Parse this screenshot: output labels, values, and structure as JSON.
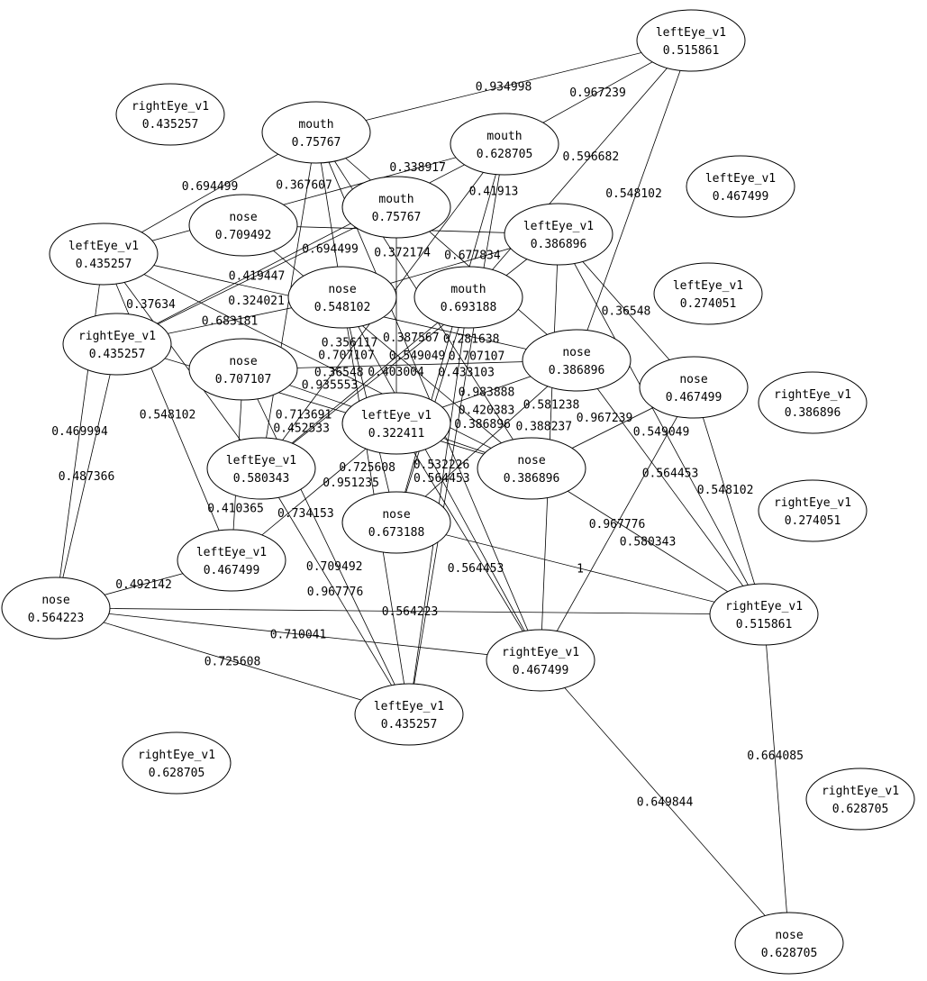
{
  "graph": {
    "nodes": [
      {
        "id": 0,
        "name": "leftEye_v1",
        "value": "0.515861"
      },
      {
        "id": 1,
        "name": "rightEye_v1",
        "value": "0.435257"
      },
      {
        "id": 2,
        "name": "mouth",
        "value": "0.75767"
      },
      {
        "id": 3,
        "name": "mouth",
        "value": "0.628705"
      },
      {
        "id": 4,
        "name": "leftEye_v1",
        "value": "0.467499"
      },
      {
        "id": 5,
        "name": "mouth",
        "value": "0.75767"
      },
      {
        "id": 6,
        "name": "leftEye_v1",
        "value": "0.435257"
      },
      {
        "id": 7,
        "name": "nose",
        "value": "0.709492"
      },
      {
        "id": 8,
        "name": "leftEye_v1",
        "value": "0.386896"
      },
      {
        "id": 9,
        "name": "leftEye_v1",
        "value": "0.274051"
      },
      {
        "id": 10,
        "name": "nose",
        "value": "0.548102"
      },
      {
        "id": 11,
        "name": "mouth",
        "value": "0.693188"
      },
      {
        "id": 12,
        "name": "rightEye_v1",
        "value": "0.435257"
      },
      {
        "id": 13,
        "name": "nose",
        "value": "0.707107"
      },
      {
        "id": 14,
        "name": "nose",
        "value": "0.386896"
      },
      {
        "id": 15,
        "name": "nose",
        "value": "0.467499"
      },
      {
        "id": 16,
        "name": "rightEye_v1",
        "value": "0.386896"
      },
      {
        "id": 17,
        "name": "leftEye_v1",
        "value": "0.580343"
      },
      {
        "id": 18,
        "name": "leftEye_v1",
        "value": "0.322411"
      },
      {
        "id": 19,
        "name": "nose",
        "value": "0.386896"
      },
      {
        "id": 20,
        "name": "rightEye_v1",
        "value": "0.274051"
      },
      {
        "id": 21,
        "name": "nose",
        "value": "0.673188"
      },
      {
        "id": 22,
        "name": "leftEye_v1",
        "value": "0.467499"
      },
      {
        "id": 23,
        "name": "nose",
        "value": "0.564223"
      },
      {
        "id": 24,
        "name": "rightEye_v1",
        "value": "0.515861"
      },
      {
        "id": 25,
        "name": "rightEye_v1",
        "value": "0.467499"
      },
      {
        "id": 26,
        "name": "leftEye_v1",
        "value": "0.435257"
      },
      {
        "id": 27,
        "name": "rightEye_v1",
        "value": "0.628705"
      },
      {
        "id": 28,
        "name": "rightEye_v1",
        "value": "0.628705"
      },
      {
        "id": 29,
        "name": "nose",
        "value": "0.628705"
      }
    ],
    "edges": [
      {
        "s": 0,
        "t": 2,
        "w": "0.934998"
      },
      {
        "s": 0,
        "t": 3,
        "w": "0.967239"
      },
      {
        "s": 0,
        "t": 14,
        "w": "0.548102"
      },
      {
        "s": 0,
        "t": 11,
        "w": "0.596682"
      },
      {
        "s": 24,
        "t": 29,
        "w": "0.664085"
      },
      {
        "s": 25,
        "t": 29,
        "w": "0.649844"
      },
      {
        "s": 23,
        "t": 6,
        "w": "0.469994"
      },
      {
        "s": 23,
        "t": 12,
        "w": "0.487366"
      },
      {
        "s": 23,
        "t": 22,
        "w": "0.492142"
      },
      {
        "s": 23,
        "t": 26,
        "w": "0.725608"
      },
      {
        "s": 23,
        "t": 25,
        "w": "0.710041"
      },
      {
        "s": 23,
        "t": 24,
        "w": "0.564223"
      },
      {
        "s": 24,
        "t": 15,
        "w": "0.548102"
      },
      {
        "s": 24,
        "t": 14,
        "w": "0.564453"
      },
      {
        "s": 24,
        "t": 21,
        "w": "1"
      },
      {
        "s": 24,
        "t": 19,
        "w": "0.580343"
      },
      {
        "s": 24,
        "t": 8,
        "w": "0.549049"
      },
      {
        "s": 15,
        "t": 25,
        "w": "0.967776"
      },
      {
        "s": 15,
        "t": 19,
        "w": "0.967239"
      },
      {
        "s": 15,
        "t": 8,
        "w": "0.36548"
      },
      {
        "s": 26,
        "t": 17,
        "w": "0.967776"
      },
      {
        "s": 26,
        "t": 2,
        "w": "0.725608"
      },
      {
        "s": 26,
        "t": 3,
        "w": "0.433103"
      },
      {
        "s": 26,
        "t": 11,
        "w": "0.564453"
      },
      {
        "s": 26,
        "t": 13,
        "w": "0.709492"
      },
      {
        "s": 25,
        "t": 8,
        "w": "0.581238"
      },
      {
        "s": 25,
        "t": 2,
        "w": "0.549049"
      },
      {
        "s": 25,
        "t": 10,
        "w": "0.532226"
      },
      {
        "s": 25,
        "t": 18,
        "w": "0.564453"
      },
      {
        "s": 22,
        "t": 18,
        "w": "0.734153"
      },
      {
        "s": 22,
        "t": 6,
        "w": "0.548102"
      },
      {
        "s": 22,
        "t": 13,
        "w": "0.410365"
      },
      {
        "s": 6,
        "t": 2,
        "w": "0.694499"
      },
      {
        "s": 6,
        "t": 3,
        "w": "0.367607"
      },
      {
        "s": 6,
        "t": 14,
        "w": "0.387567"
      },
      {
        "s": 6,
        "t": 19,
        "w": "0.36548"
      },
      {
        "s": 6,
        "t": 17,
        "w": "0.37634"
      },
      {
        "s": 12,
        "t": 3,
        "w": "0.694499"
      },
      {
        "s": 12,
        "t": 19,
        "w": "0.713691"
      },
      {
        "s": 12,
        "t": 10,
        "w": "0.683181"
      },
      {
        "s": 2,
        "t": 17,
        "w": "0.324021"
      },
      {
        "s": 2,
        "t": 19,
        "w": "0.372174"
      },
      {
        "s": 2,
        "t": 14,
        "w": "0.677834"
      },
      {
        "s": 3,
        "t": 17,
        "w": "0.707107"
      },
      {
        "s": 3,
        "t": 21,
        "w": "0.281638"
      },
      {
        "s": 11,
        "t": 17,
        "w": "0.403004"
      },
      {
        "s": 11,
        "t": 21,
        "w": "0.420383"
      },
      {
        "s": 13,
        "t": 19,
        "w": "0.935553"
      },
      {
        "s": 13,
        "t": 14,
        "w": "0.707107"
      },
      {
        "s": 10,
        "t": 8,
        "w": "0.41913"
      },
      {
        "s": 18,
        "t": 14,
        "w": "0.983888"
      },
      {
        "s": 17,
        "t": 8,
        "w": "0.386896"
      },
      {
        "s": 21,
        "t": 14,
        "w": "0.388237"
      },
      {
        "s": 5,
        "t": 18,
        "w": "0.356117"
      },
      {
        "s": 7,
        "t": 8,
        "w": "0.338917"
      },
      {
        "s": 7,
        "t": 19,
        "w": "0.951235"
      },
      {
        "s": 5,
        "t": 12,
        "w": "0.419447"
      },
      {
        "s": 10,
        "t": 21,
        "w": "0.452533"
      }
    ]
  }
}
